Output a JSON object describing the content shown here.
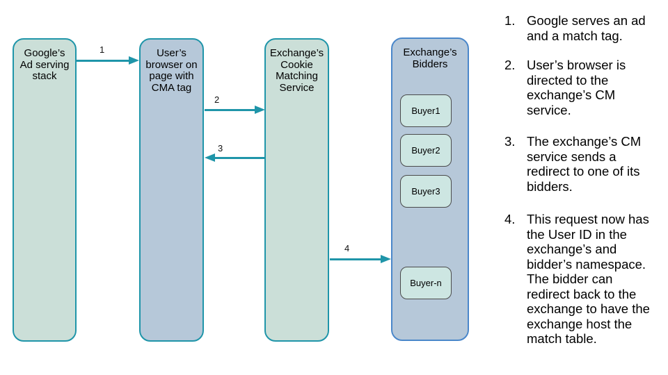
{
  "diagram": {
    "nodes": [
      {
        "id": "google-ad-stack",
        "label": "Google’s\nAd serving\nstack"
      },
      {
        "id": "user-browser",
        "label": "User’s\nbrowser on\npage with\nCMA tag"
      },
      {
        "id": "exchange-cm-service",
        "label": "Exchange’s\nCookie\nMatching\nService"
      },
      {
        "id": "exchange-bidders",
        "label": "Exchange’s\nBidders",
        "buyers": [
          "Buyer1",
          "Buyer2",
          "Buyer3",
          "Buyer-n"
        ]
      }
    ],
    "arrows": [
      {
        "label": "1",
        "from": "google-ad-stack",
        "to": "user-browser",
        "direction": "right"
      },
      {
        "label": "2",
        "from": "user-browser",
        "to": "exchange-cm-service",
        "direction": "right"
      },
      {
        "label": "3",
        "from": "exchange-cm-service",
        "to": "user-browser",
        "direction": "left"
      },
      {
        "label": "4",
        "from": "exchange-cm-service",
        "to": "exchange-bidders",
        "direction": "right"
      }
    ],
    "colors": {
      "teal_accent": "#1f95a9",
      "green_fill": "#cbdfd8",
      "blue_fill": "#b6c8d9",
      "bidders_border": "#4a87ca",
      "buyer_fill": "#cde6e2",
      "buyer_border": "#4a4a4a",
      "text": "#000000"
    }
  },
  "steps": [
    {
      "num": "1.",
      "text": "Google serves an ad\nand a match tag."
    },
    {
      "num": "2.",
      "text": "User’s browser is\ndirected to the\nexchange’s CM\nservice."
    },
    {
      "num": "3.",
      "text": "The exchange’s CM\nservice sends a\nredirect to one of its\nbidders."
    },
    {
      "num": "4.",
      "text": "This request now has\nthe User ID in the\nexchange’s and\nbidder’s namespace.\nThe bidder can\nredirect back to the\nexchange to have the\nexchange host the\nmatch table."
    }
  ]
}
